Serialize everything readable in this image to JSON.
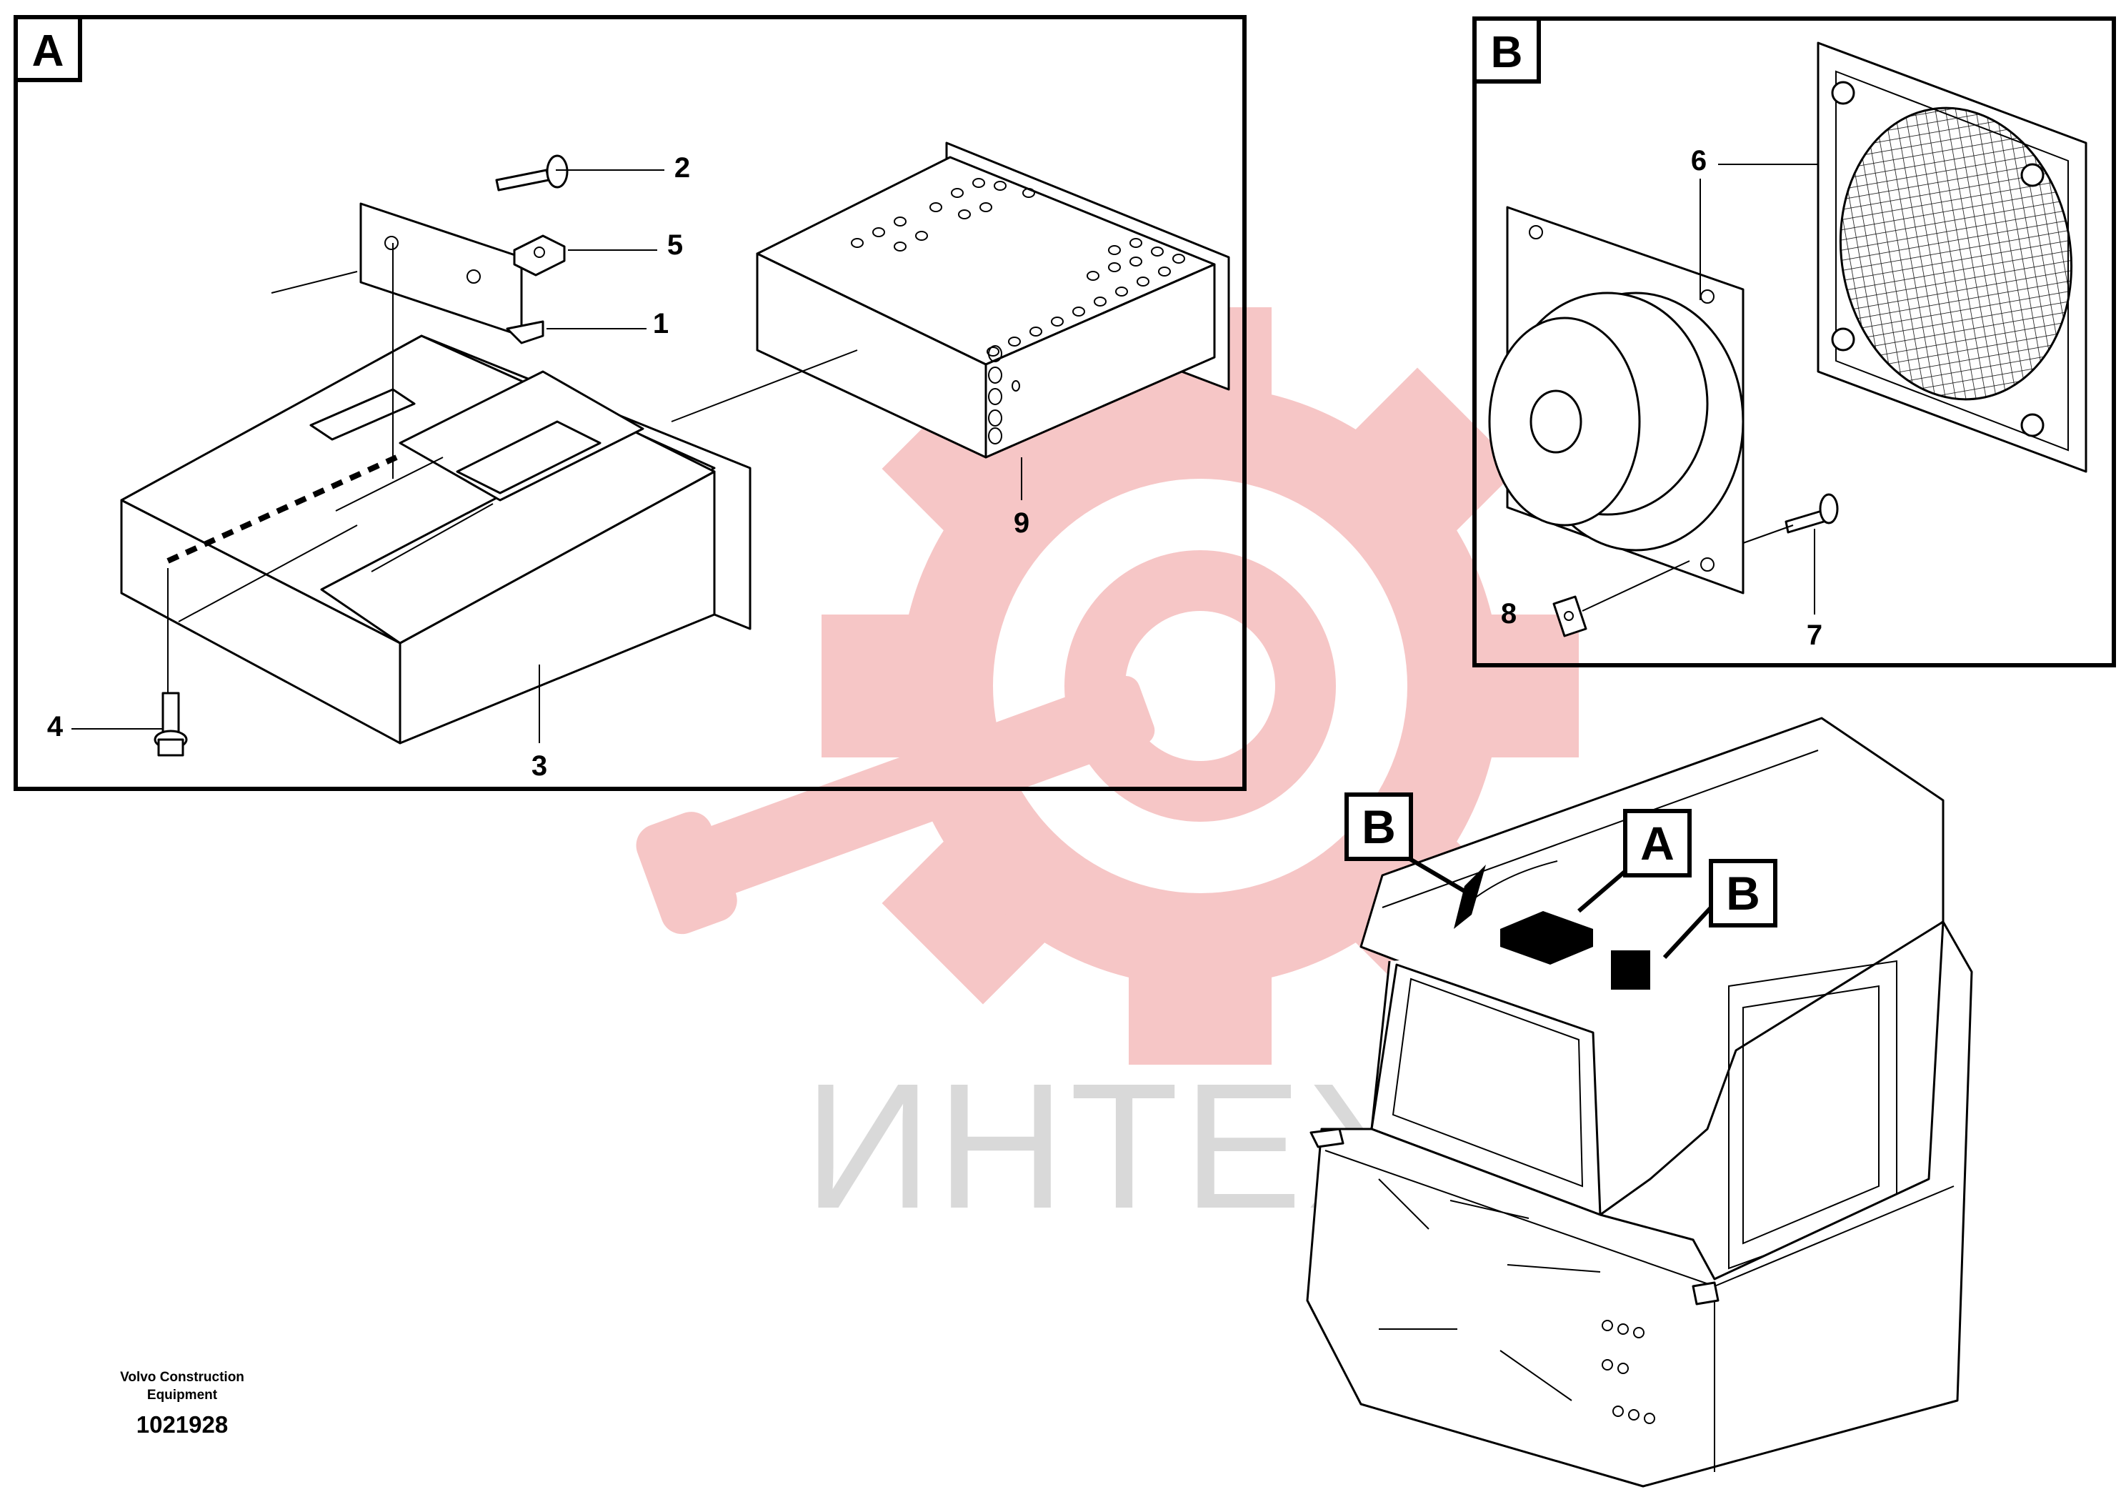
{
  "panels": {
    "a": {
      "letter": "A"
    },
    "b": {
      "letter": "B"
    }
  },
  "callouts": {
    "a": [
      "1",
      "2",
      "3",
      "4",
      "5",
      "9"
    ],
    "b": [
      "6",
      "7",
      "8"
    ]
  },
  "cab_markers": [
    "B",
    "A",
    "B"
  ],
  "watermark": {
    "text": "ИНТЕХ",
    "color": "#f4b6b6"
  },
  "footer": {
    "company_line1": "Volvo Construction",
    "company_line2": "Equipment",
    "drawing_number": "1021928"
  }
}
